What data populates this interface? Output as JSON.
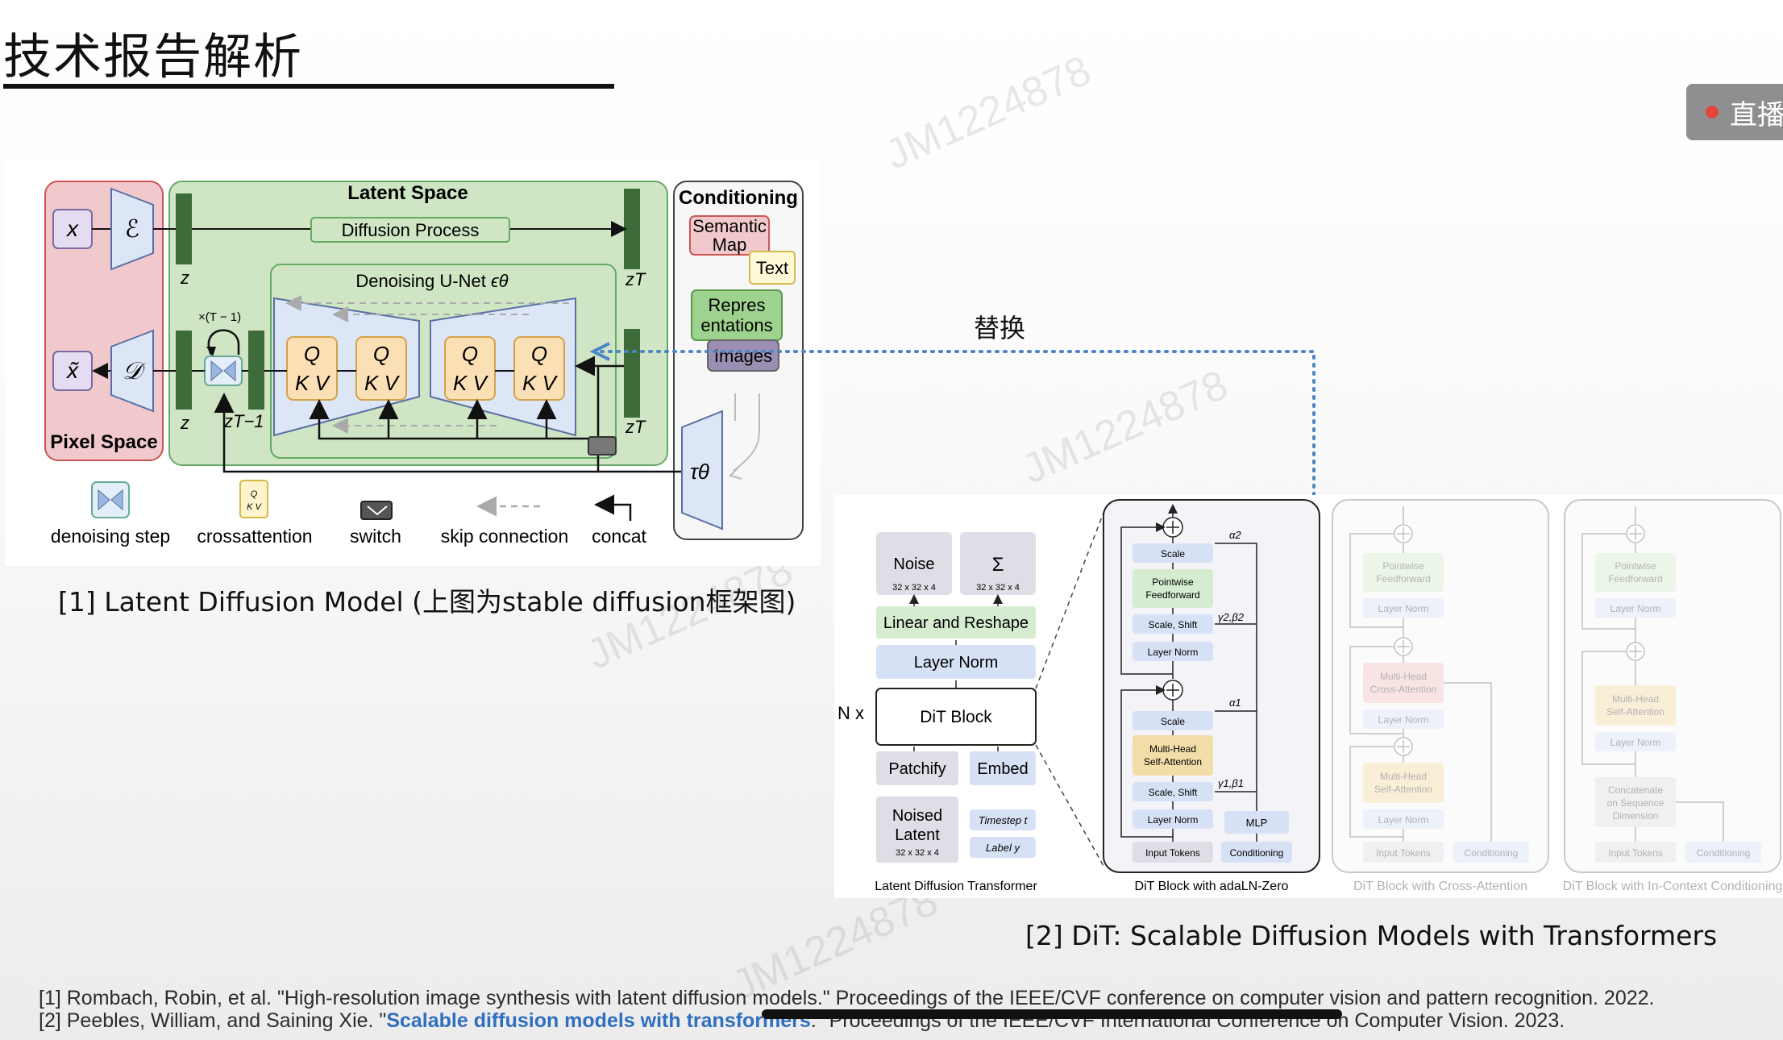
{
  "page": {
    "title": "技术报告解析"
  },
  "live_button": {
    "label": "直播"
  },
  "watermark": "JM1224878",
  "ldm": {
    "latent_space": "Latent Space",
    "pixel_space": "Pixel Space",
    "conditioning": "Conditioning",
    "diffusion_process": "Diffusion Process",
    "unet": "Denoising U-Net",
    "unet_symbol": "ϵθ",
    "x": "x",
    "x_tilde": "x̃",
    "encoder": "ℰ",
    "decoder": "𝒟",
    "z": "z",
    "zT": "zT",
    "zT1": "zT−1",
    "times": "×(T − 1)",
    "q": "Q",
    "kv": "K V",
    "semantic_map": [
      "Semantic",
      "Map"
    ],
    "text": "Text",
    "representations": [
      "Repres",
      "entations"
    ],
    "images": "Images",
    "tau": "τθ",
    "legend": [
      "denoising step",
      "crossattention",
      "switch",
      "skip connection",
      "concat"
    ]
  },
  "replace_label": "替换",
  "dit": {
    "noise": "Noise",
    "noise_dim": "32 x 32 x 4",
    "sigma": "Σ",
    "sigma_dim": "32 x 32 x 4",
    "linear_reshape": "Linear and Reshape",
    "layer_norm": "Layer Norm",
    "n_x": "N x",
    "dit_block": "DiT Block",
    "patchify": "Patchify",
    "embed": "Embed",
    "noised_latent": [
      "Noised",
      "Latent"
    ],
    "noised_dim": "32 x 32 x 4",
    "timestep": "Timestep t",
    "label": "Label y",
    "panel_titles": [
      "Latent Diffusion Transformer",
      "DiT Block with adaLN-Zero",
      "DiT Block with Cross-Attention",
      "DiT Block with In-Context Conditioning"
    ],
    "adaln": {
      "scale": "Scale",
      "pointwise": [
        "Pointwise",
        "Feedforward"
      ],
      "scale_shift": "Scale, Shift",
      "layer_norm": "Layer Norm",
      "mhsa": [
        "Multi-Head",
        "Self-Attention"
      ],
      "input_tokens": "Input Tokens",
      "conditioning": "Conditioning",
      "mlp": "MLP",
      "alpha2": "α2",
      "alpha1": "α1",
      "gb2": "γ2,β2",
      "gb1": "γ1,β1"
    },
    "cross": {
      "pointwise": [
        "Pointwise",
        "Feedforward"
      ],
      "layer_norm": "Layer Norm",
      "mhca": [
        "Multi-Head",
        "Cross-Attention"
      ],
      "mhsa": [
        "Multi-Head",
        "Self-Attention"
      ],
      "input_tokens": "Input Tokens",
      "conditioning": "Conditioning"
    },
    "incontext": {
      "pointwise": [
        "Pointwise",
        "Feedforward"
      ],
      "layer_norm": "Layer Norm",
      "mhsa": [
        "Multi-Head",
        "Self-Attention"
      ],
      "concat": [
        "Concatenate",
        "on Sequence",
        "Dimension"
      ],
      "input_tokens": "Input Tokens",
      "conditioning": "Conditioning"
    }
  },
  "captions": {
    "ldm": "[1] Latent Diffusion Model (上图为stable diffusion框架图)",
    "dit": "[2] DiT: Scalable Diffusion Models with Transformers"
  },
  "references": {
    "ref1": "[1] Rombach, Robin, et al. \"High-resolution image synthesis with latent diffusion models.\" Proceedings of the IEEE/CVF conference on computer vision and pattern recognition. 2022.",
    "ref2_prefix": "[2] Peebles, William, and Saining Xie. \"",
    "ref2_link": "Scalable diffusion models with transformers",
    "ref2_suffix": ".\" Proceedings of the IEEE/CVF International Conference on Computer Vision. 2023."
  }
}
